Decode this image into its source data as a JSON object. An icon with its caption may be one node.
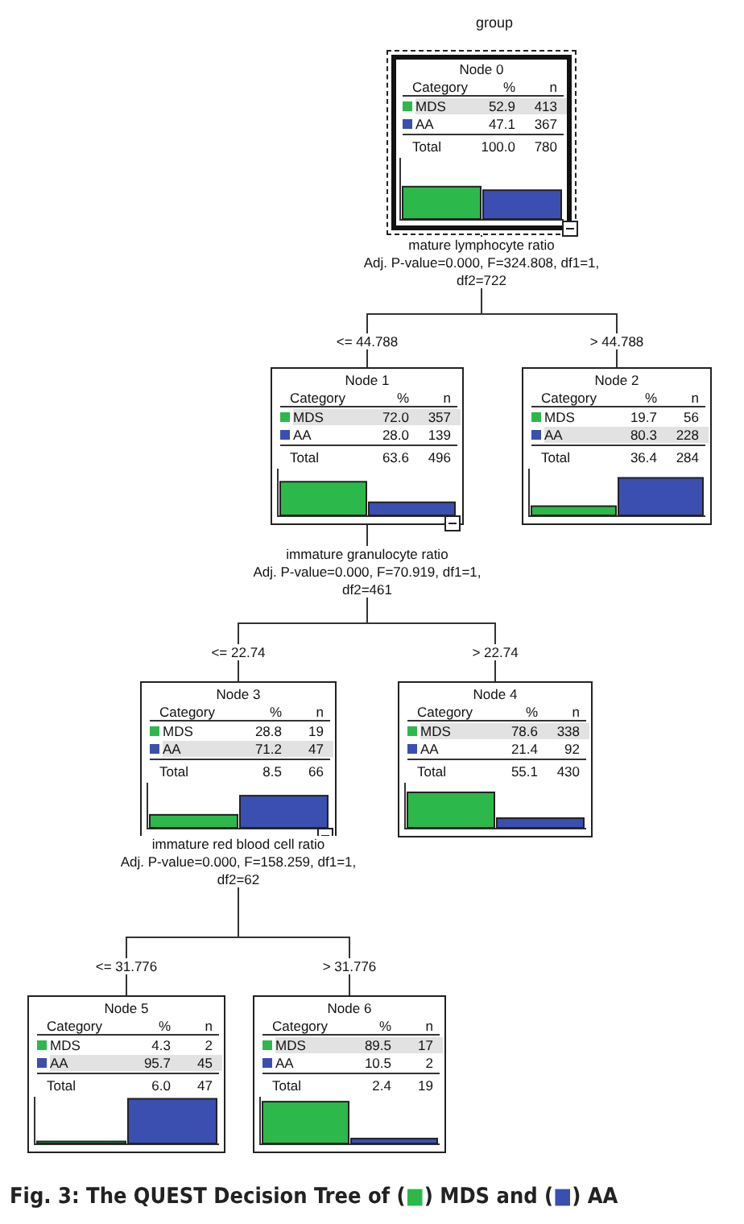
{
  "diagram": {
    "title": "group",
    "caption": "Fig. 3: The QUEST Decision Tree of (■) MDS and (■) AA",
    "nodes": [
      {
        "text": [
          "Node 0",
          "Category",
          "%",
          "n",
          "MDS",
          "52.9",
          "413",
          "AA",
          "47.1",
          "367",
          "Total",
          "100.0",
          "780"
        ],
        "beside": [
          "mature lymphocyte ratio",
          "Adj. P-value=0.000, F=324.808, df1=1, df2=722"
        ]
      },
      {
        "text": [
          "Node 1",
          "Category",
          "%",
          "n",
          "MDS",
          "72.0",
          "357",
          "AA",
          "28.0",
          "139",
          "Total",
          "63.6",
          "496"
        ],
        "beside": [
          "immature granulocyte ratio",
          "Adj. P-value=0.000, F=70.919, df1=1, df2=461"
        ]
      },
      {
        "text": [
          "Node 2",
          "Category",
          "%",
          "n",
          "MDS",
          "19.7",
          "56",
          "AA",
          "80.3",
          "228",
          "Total",
          "36.4",
          "284"
        ]
      },
      {
        "text": [
          "Node 3",
          "Category",
          "%",
          "n",
          "MDS",
          "28.8",
          "19",
          "AA",
          "71.2",
          "47",
          "Total",
          "8.5",
          "66"
        ],
        "beside": [
          "immature red blood cell ratio",
          "Adj. P-value=0.000, F=158.259, df1=1, df2=62"
        ]
      },
      {
        "text": [
          "Node 4",
          "Category",
          "%",
          "n",
          "MDS",
          "78.6",
          "338",
          "AA",
          "21.4",
          "92",
          "Total",
          "55.1",
          "430"
        ]
      },
      {
        "text": [
          "Node 5",
          "Category",
          "%",
          "n",
          "MDS",
          "4.3",
          "2",
          "AA",
          "95.7",
          "45",
          "Total",
          "6.0",
          "47"
        ]
      },
      {
        "text": [
          "Node 6",
          "Category",
          "%",
          "n",
          "MDS",
          "89.5",
          "17",
          "AA",
          "10.5",
          "2",
          "Total",
          "2.4",
          "19"
        ]
      }
    ],
    "edges": [
      {
        "from": 0,
        "to": 1,
        "arrow": "none",
        "label": "<= 44.788"
      },
      {
        "from": 0,
        "to": 2,
        "arrow": "none",
        "label": "> 44.788"
      },
      {
        "from": 1,
        "to": 3,
        "arrow": "none",
        "label": "<= 22.74"
      },
      {
        "from": 1,
        "to": 4,
        "arrow": "none",
        "label": "> 22.74"
      },
      {
        "from": 3,
        "to": 5,
        "arrow": "none",
        "label": "<= 31.776"
      },
      {
        "from": 3,
        "to": 6,
        "arrow": "none",
        "label": "> 31.776"
      }
    ]
  }
}
